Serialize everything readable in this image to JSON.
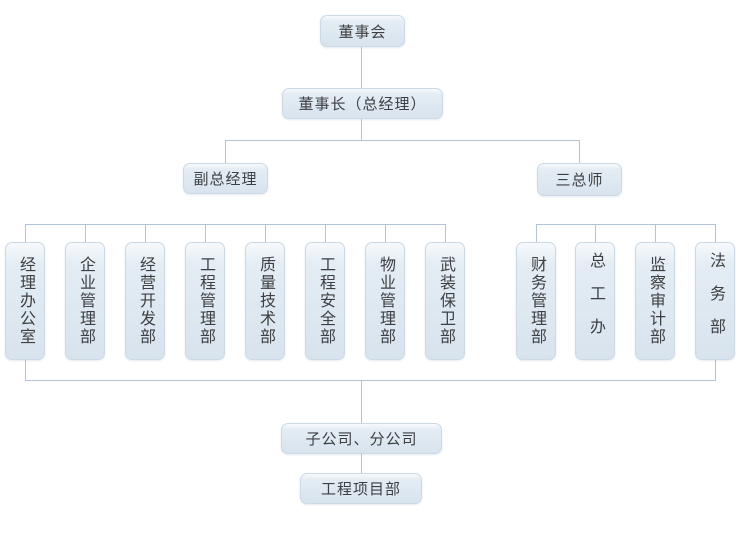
{
  "org_chart": {
    "type": "organization-chart",
    "root": {
      "label": "董事会"
    },
    "chairman": {
      "label": "董事长（总经理）"
    },
    "branches": {
      "deputy_gm": {
        "label": "副总经理"
      },
      "three_chiefs": {
        "label": "三总师"
      }
    },
    "deputy_departments": [
      {
        "label": "经理办公室"
      },
      {
        "label": "企业管理部"
      },
      {
        "label": "经营开发部"
      },
      {
        "label": "工程管理部"
      },
      {
        "label": "质量技术部"
      },
      {
        "label": "工程安全部"
      },
      {
        "label": "物业管理部"
      },
      {
        "label": "武装保卫部"
      }
    ],
    "chief_departments": [
      {
        "label": "财务管理部"
      },
      {
        "label": "总工办"
      },
      {
        "label": "监察审计部"
      },
      {
        "label": "法务部"
      }
    ],
    "bottom": {
      "subsidiaries": {
        "label": "子公司、分公司"
      },
      "project_dept": {
        "label": "工程项目部"
      }
    },
    "colors": {
      "background": "#ffffff",
      "node_fill_top": "#f7fafd",
      "node_fill_bottom": "#d8e3ee",
      "node_border": "#ccd9e6",
      "connector": "#b2c4d8",
      "text": "#3d3f42"
    }
  }
}
